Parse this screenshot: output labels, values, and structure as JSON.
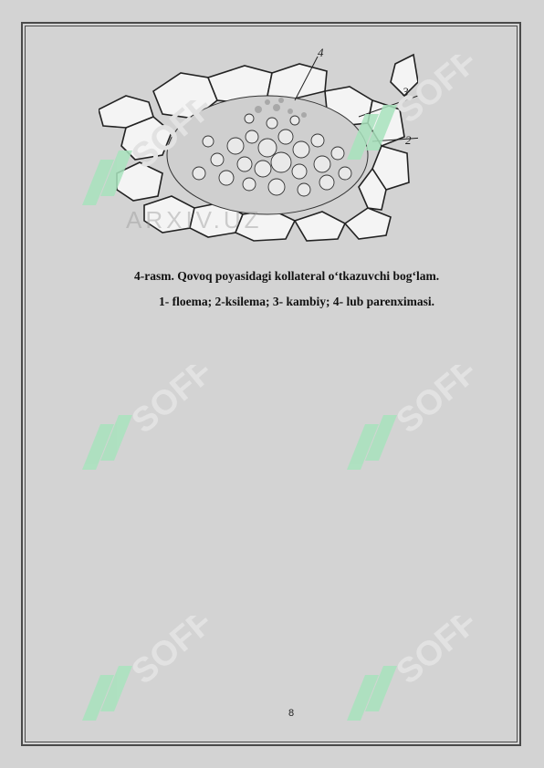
{
  "figure": {
    "labels": [
      "4",
      "3",
      "2"
    ],
    "watermark_text": "ARXIV.UZ"
  },
  "caption": {
    "title": "4-rasm. Qovoq poyasidagi kollateral o‘tkazuvchi bog‘lam.",
    "legend": "1- floema; 2-ksilema; 3- kambiy; 4- lub parenximasi."
  },
  "page_number": "8",
  "watermark": {
    "text": "SOFF",
    "color": "#a8e3bd"
  }
}
